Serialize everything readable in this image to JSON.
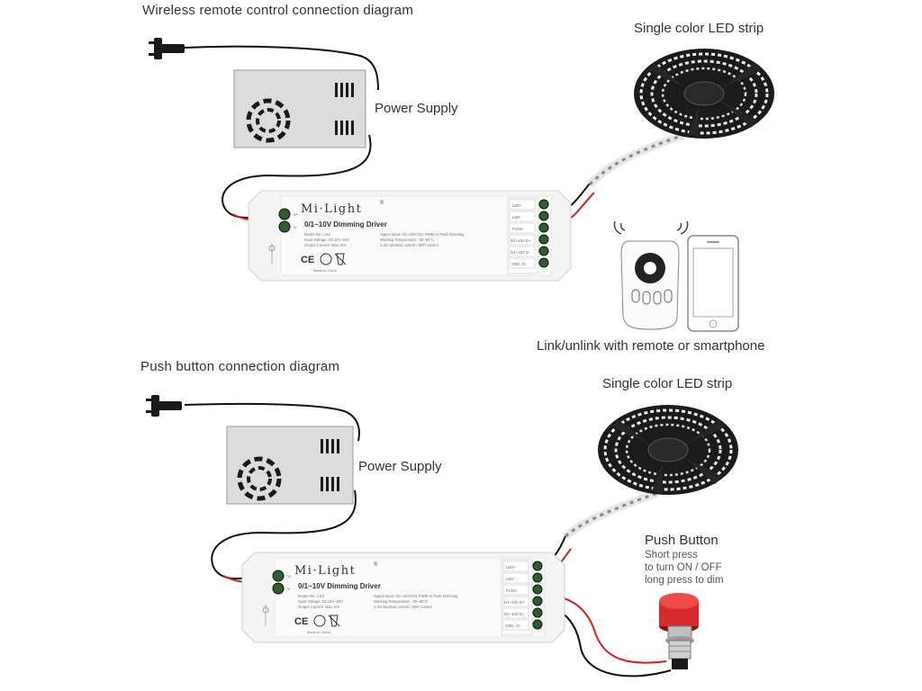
{
  "top": {
    "title": "Wireless remote control connection diagram",
    "power_supply": "Power Supply",
    "led_strip": "Single color LED strip",
    "link_note": "Link/unlink with remote or smartphone"
  },
  "bottom": {
    "title": "Push button connection diagram",
    "power_supply": "Power Supply",
    "led_strip": "Single color LED strip",
    "push_button": {
      "title": "Push Button",
      "line1": "Short press",
      "line2": "to turn ON / OFF",
      "line3": "long press to dim"
    }
  },
  "driver": {
    "brand": "Mi·Light",
    "reg": "®",
    "title": "0/1~10V Dimming Driver",
    "model": "Model No.: LS4",
    "input": "Input Voltage: DC12V~24V",
    "output": "Output Current: Max 10A",
    "signal": "Signal Input: 0/1~10V/10V PWM or Push Dimming",
    "temp": "Working Temperature: -20~60°C",
    "wireless": "2.4G wireless control / WiFi control",
    "made": "Made in China",
    "terminals": [
      "LED+",
      "LED-",
      "PUSH",
      "0/1~10V D+",
      "0/1~10V D-",
      "GND / D-"
    ]
  },
  "colors": {
    "wire": "#111111",
    "red_wire": "#d81f1f",
    "psu": "#dcdcdc",
    "button_cap": "#d82a2a"
  },
  "icons": [
    "plug-icon",
    "power-supply-icon",
    "led-reel-icon",
    "remote-icon",
    "smartphone-icon",
    "push-button-icon",
    "wireless-signal-icon"
  ]
}
